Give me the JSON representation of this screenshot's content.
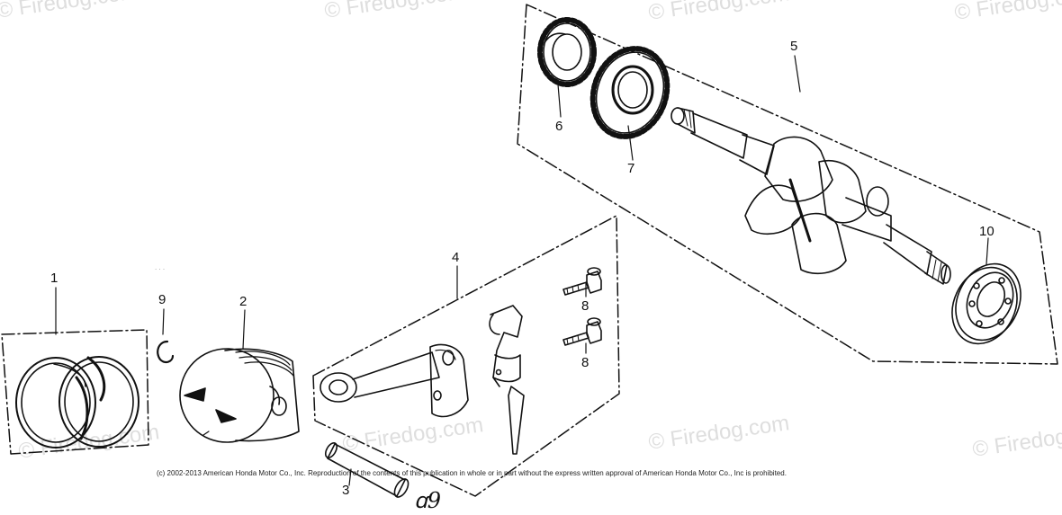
{
  "watermark": {
    "text": "© Firedog.com"
  },
  "copyright": "(c) 2002-2013 American Honda Motor Co., Inc. Reproduction of the contents of this publication in whole or in part without the express written approval of American Honda Motor Co., Inc is prohibited.",
  "stamp": "ꭤ9",
  "callouts": {
    "c1": "1",
    "c2": "2",
    "c3": "3",
    "c4": "4",
    "c5": "5",
    "c6": "6",
    "c7": "7",
    "c8a": "8",
    "c8b": "8",
    "c9": "9",
    "c10": "10"
  },
  "parts": [
    {
      "callout": "1",
      "icon": "piston-ring-set-icon"
    },
    {
      "callout": "2",
      "icon": "piston-icon"
    },
    {
      "callout": "3",
      "icon": "piston-pin-icon"
    },
    {
      "callout": "4",
      "icon": "connecting-rod-icon"
    },
    {
      "callout": "5",
      "icon": "crankshaft-icon"
    },
    {
      "callout": "6",
      "icon": "crank-gear-icon"
    },
    {
      "callout": "7",
      "icon": "timing-gear-icon"
    },
    {
      "callout": "8",
      "icon": "rod-bolt-icon"
    },
    {
      "callout": "9",
      "icon": "pin-clip-icon"
    },
    {
      "callout": "10",
      "icon": "ball-bearing-icon"
    }
  ],
  "colors": {
    "line": "#111111",
    "watermark": "#a0a0a0",
    "background": "#ffffff"
  }
}
